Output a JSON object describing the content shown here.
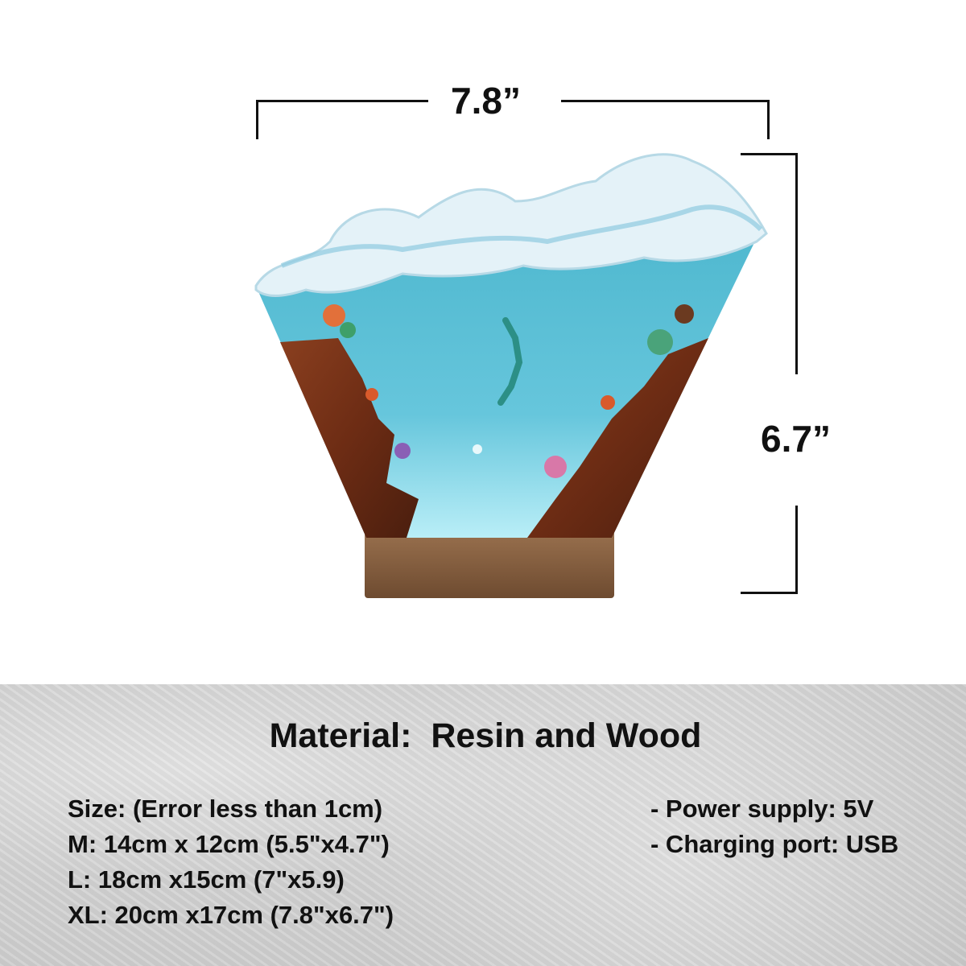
{
  "dimensions": {
    "width_label": "7.8”",
    "height_label": "6.7”"
  },
  "material": "Material:  Resin and Wood",
  "sizes": [
    "Size: (Error less than 1cm)",
    "M: 14cm x 12cm (5.5\"x4.7\")",
    "L: 18cm x15cm (7\"x5.9)",
    "XL: 20cm x17cm (7.8\"x6.7\")"
  ],
  "features": [
    "- Power supply: 5V",
    "- Charging port: USB"
  ]
}
